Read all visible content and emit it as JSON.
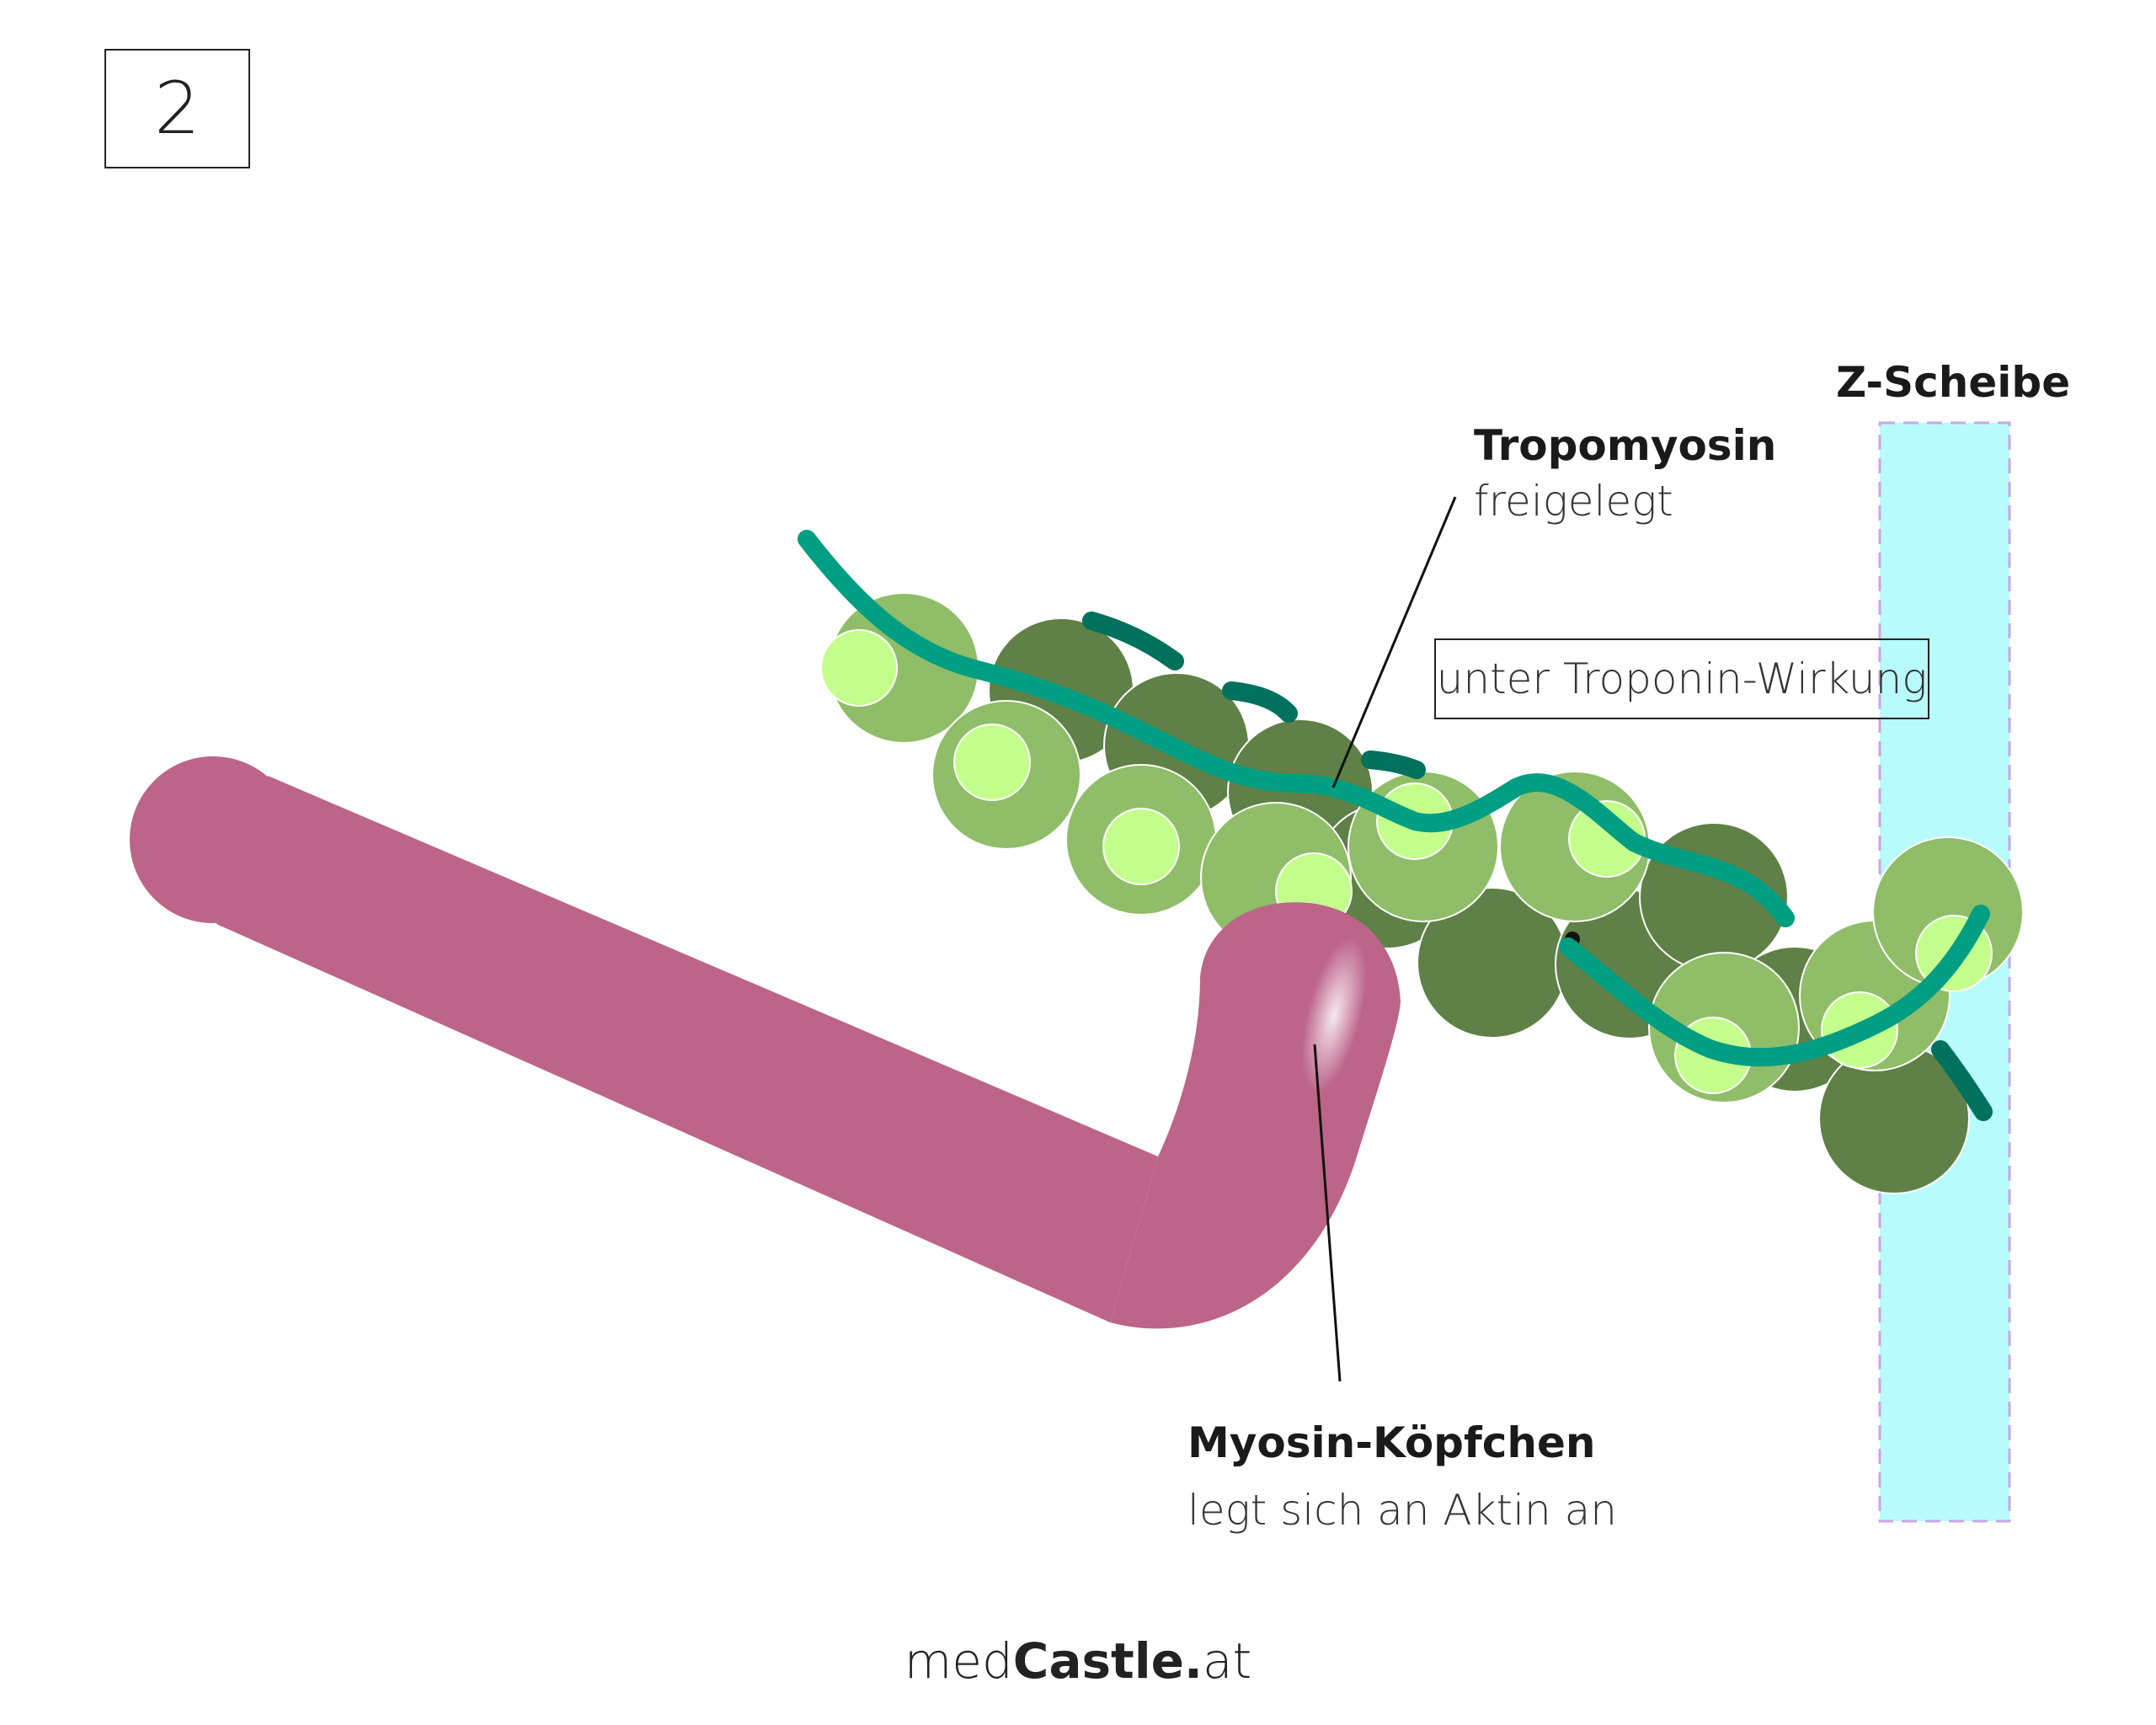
{
  "step_number": "2",
  "labels": {
    "z_disc": "Z-Scheibe",
    "tropomyosin_title": "Tropomyosin",
    "tropomyosin_sub": "freigelegt",
    "troponin_box": "unter Troponin-Wirkung",
    "myosin_title": "Myosin-Köpfchen",
    "myosin_sub": "legt sich an Aktin an"
  },
  "footer": {
    "prefix": "med",
    "brand": "Castle.",
    "suffix": "at"
  },
  "colors": {
    "myosin": "#bd6489",
    "actin_light": "#8fbd68",
    "actin_dark": "#5f8046",
    "actin_core": "#c4ff8d",
    "tropomyosin": "#009e82",
    "troponin": "#00715d",
    "z_disc": "#b8fbfc",
    "z_disc_border": "#c9a7e6"
  }
}
